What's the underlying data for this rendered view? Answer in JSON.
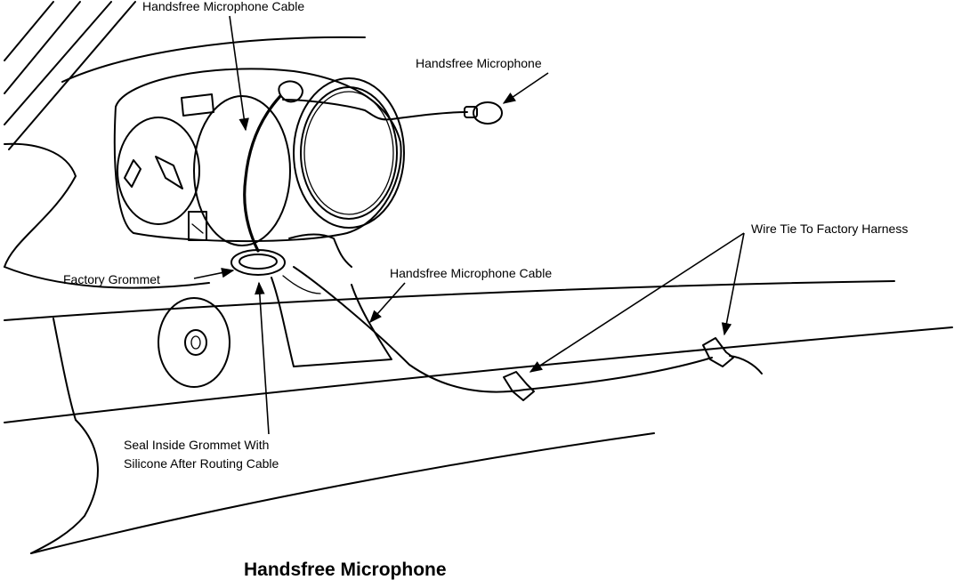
{
  "title": "Handsfree Microphone",
  "labels": {
    "cable_top": "Handsfree Microphone Cable",
    "microphone": "Handsfree Microphone",
    "wire_tie": "Wire Tie To Factory Harness",
    "factory_grommet": "Factory Grommet",
    "cable_mid": "Handsfree Microphone Cable",
    "seal_line1": "Seal Inside Grommet With",
    "seal_line2": "Silicone After Routing Cable"
  },
  "colors": {
    "ink": "#000000",
    "paper": "#ffffff"
  }
}
